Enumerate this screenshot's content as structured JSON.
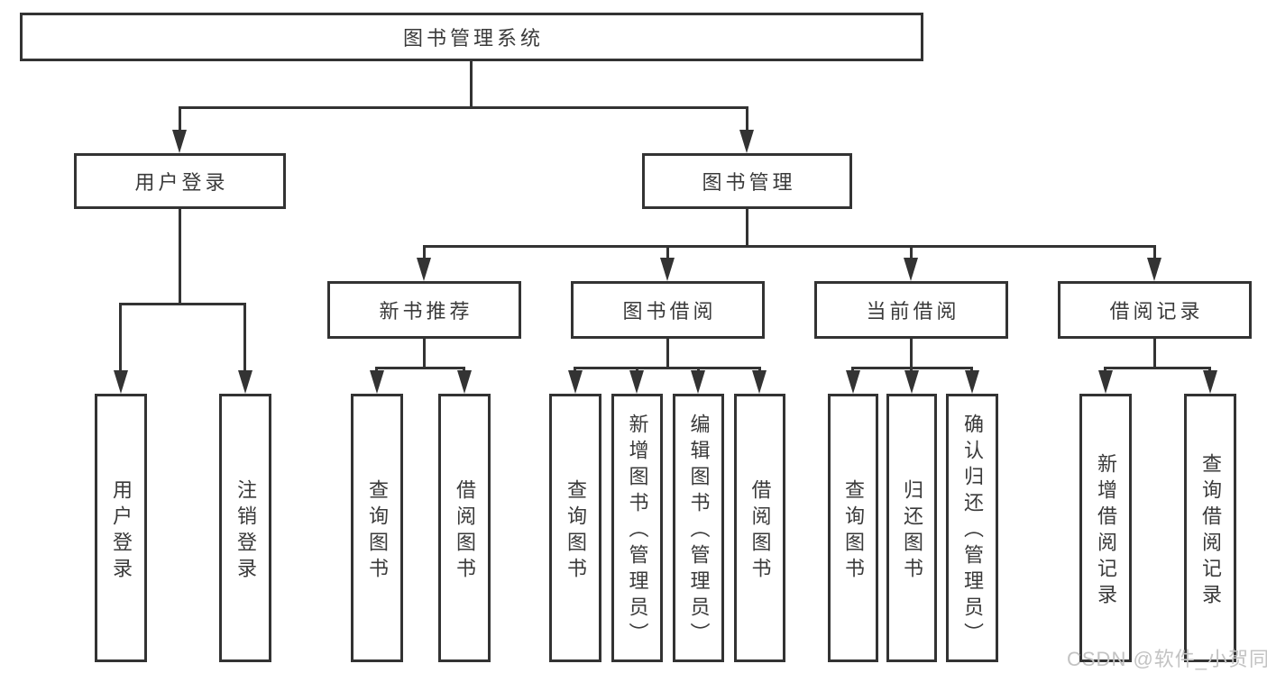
{
  "diagram": {
    "root": {
      "label": "图书管理系统"
    },
    "level2": [
      {
        "label": "用户登录"
      },
      {
        "label": "图书管理"
      }
    ],
    "level3": [
      {
        "label": "新书推荐"
      },
      {
        "label": "图书借阅"
      },
      {
        "label": "当前借阅"
      },
      {
        "label": "借阅记录"
      }
    ],
    "leaves": {
      "user_login": [
        {
          "label": "用户登录"
        },
        {
          "label": "注销登录"
        }
      ],
      "new_book": [
        {
          "label": "查询图书"
        },
        {
          "label": "借阅图书"
        }
      ],
      "book_borrow": [
        {
          "label": "查询图书"
        },
        {
          "label": "新增图书（管理员）"
        },
        {
          "label": "编辑图书（管理员）"
        },
        {
          "label": "借阅图书"
        }
      ],
      "current_borrow": [
        {
          "label": "查询图书"
        },
        {
          "label": "归还图书"
        },
        {
          "label": "确认归还（管理员）"
        }
      ],
      "borrow_record": [
        {
          "label": "新增借阅记录"
        },
        {
          "label": "查询借阅记录"
        }
      ]
    },
    "watermark": "CSDN @软件_小贺同学",
    "colors": {
      "line": "#333333",
      "text": "#3a3a3a",
      "watermark": "#c3c3c3",
      "background": "#ffffff"
    }
  }
}
